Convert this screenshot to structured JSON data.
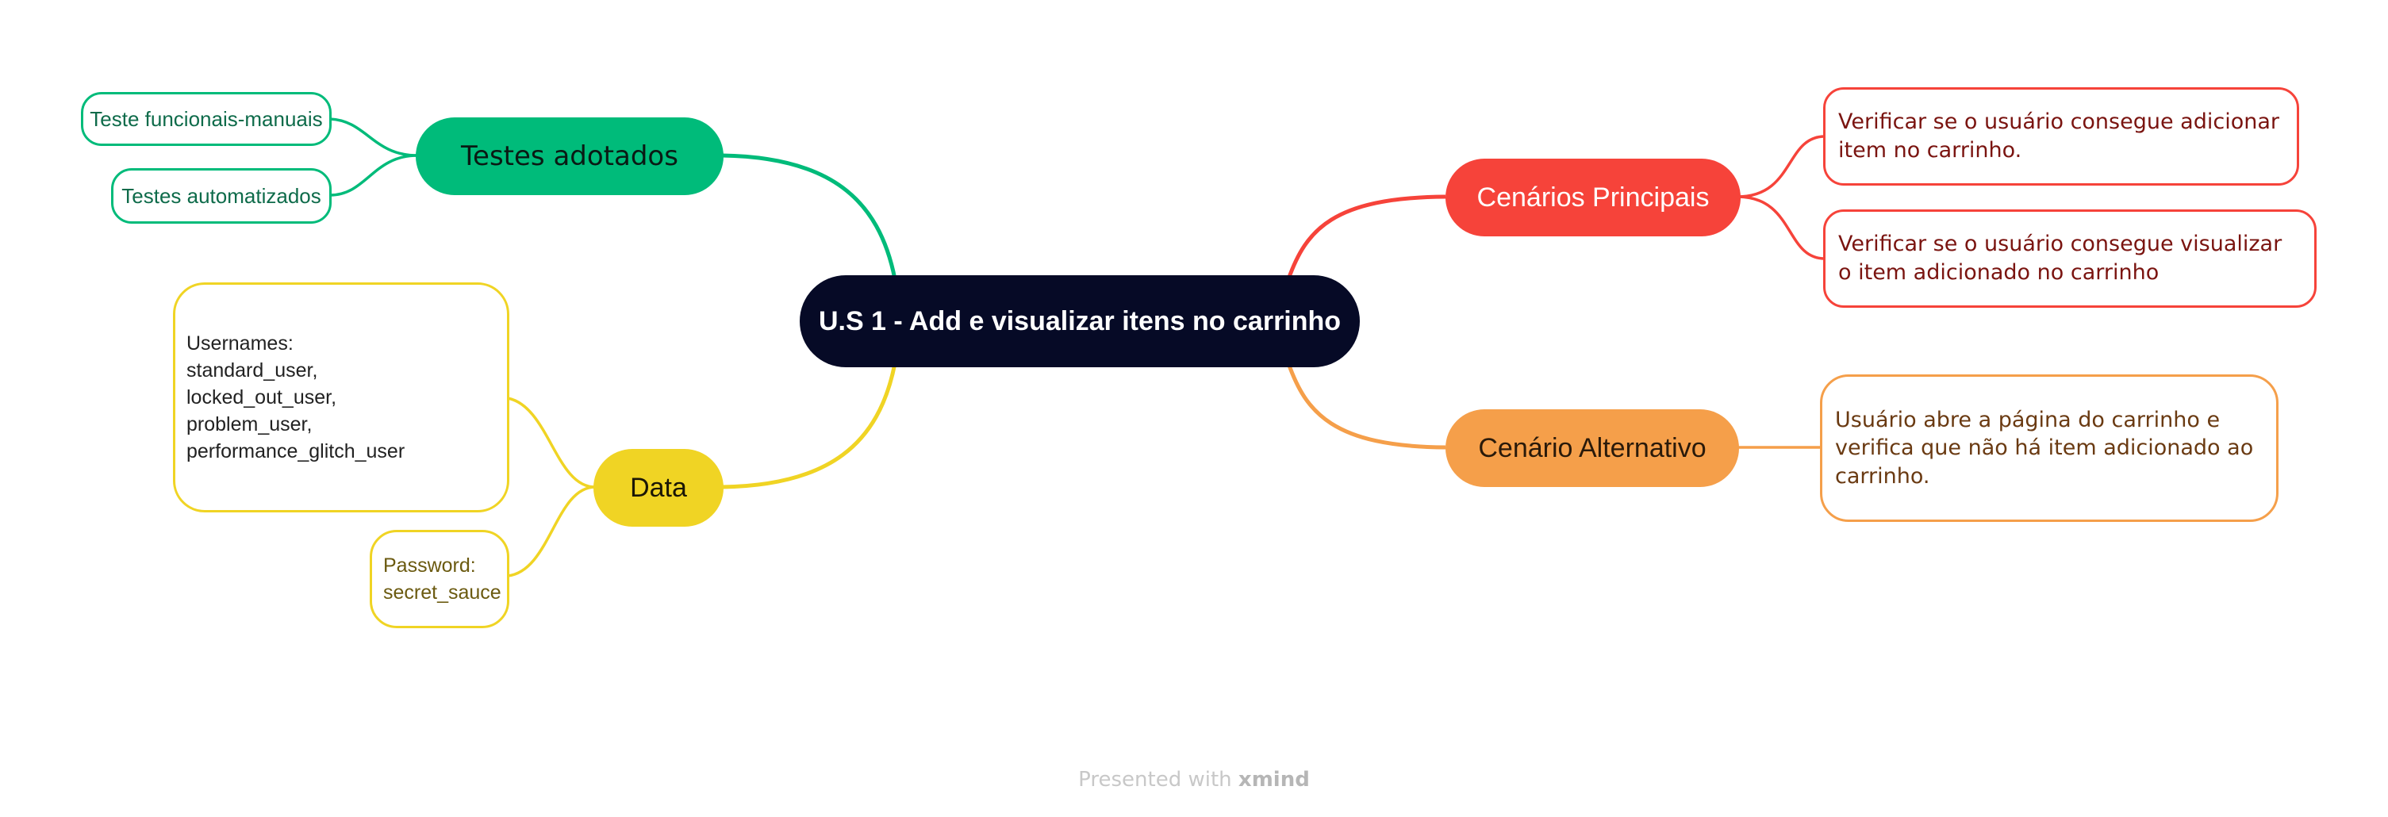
{
  "central": {
    "title": "U.S 1 - Add e visualizar itens no carrinho"
  },
  "testes": {
    "title": "Testes adotados",
    "items": [
      "Teste funcionais-manuais",
      "Testes automatizados"
    ]
  },
  "data_branch": {
    "title": "Data",
    "usernames_label": "Usernames:",
    "usernames": [
      "standard_user,",
      "locked_out_user,",
      "problem_user,",
      "performance_glitch_user"
    ],
    "password_label": "Password:",
    "password": "secret_sauce"
  },
  "cenarios_principais": {
    "title": "Cenários Principais",
    "items": [
      "Verificar se o usuário consegue adicionar item no carrinho.",
      "Verificar se o usuário consegue visualizar o item adicionado no carrinho"
    ]
  },
  "cenario_alternativo": {
    "title": "Cenário Alternativo",
    "items": [
      "Usuário abre a página do carrinho e verifica que não há item adicionado ao carrinho."
    ]
  },
  "footer": {
    "prefix": "Presented with",
    "brand": "xmind"
  },
  "colors": {
    "central": "#060a26",
    "testes": "#00bb7a",
    "data": "#f0d424",
    "principais": "#f6433a",
    "alternativo": "#f59f4a"
  }
}
